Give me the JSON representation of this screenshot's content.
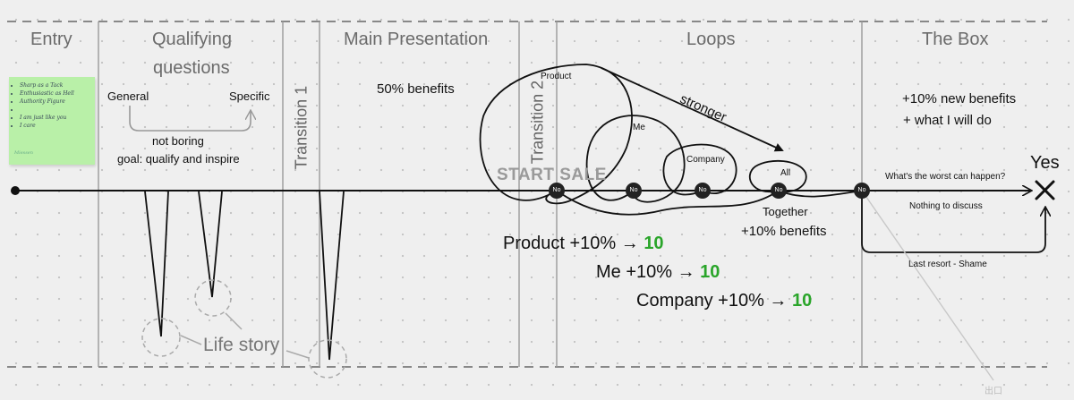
{
  "columns": {
    "entry": "Entry",
    "qualifying_line1": "Qualifying",
    "qualifying_line2": "questions",
    "main_presentation": "Main Presentation",
    "loops": "Loops",
    "the_box": "The Box"
  },
  "transitions": {
    "t1": "Transition 1",
    "t2": "Transition 2"
  },
  "sticky_note": {
    "items": [
      "Sharp as a Tack",
      "Enthusiastic as Hell",
      "Authority Figure",
      "",
      "I am just like you",
      "I care"
    ],
    "author": "Miessen"
  },
  "qualifying": {
    "general": "General",
    "specific": "Specific",
    "not_boring": "not boring",
    "goal": "goal: qualify and inspire"
  },
  "life_story": "Life story",
  "main": {
    "benefits": "50% benefits",
    "start_sale": "START SALE"
  },
  "loops": {
    "product": "Product",
    "me": "Me",
    "company": "Company",
    "all": "All",
    "stronger": "stronger",
    "together": "Together",
    "together_benefits": "+10% benefits"
  },
  "nodes": {
    "no": "No"
  },
  "equations": [
    {
      "label": "Product +10% → ",
      "value": "10"
    },
    {
      "label": "Me +10% → ",
      "value": "10"
    },
    {
      "label": "Company +10% → ",
      "value": "10"
    }
  ],
  "box": {
    "line1": "+10% new benefits",
    "line2": "+ what I will do",
    "worst_case": "What's the worst can happen?",
    "nothing": "Nothing to discuss",
    "yes": "Yes",
    "last_resort": "Last resort - Shame"
  },
  "corner_mark": "出口",
  "colors": {
    "accent_green": "#2aa52a",
    "sticky": "#b9f0a8",
    "ink": "#111111"
  }
}
